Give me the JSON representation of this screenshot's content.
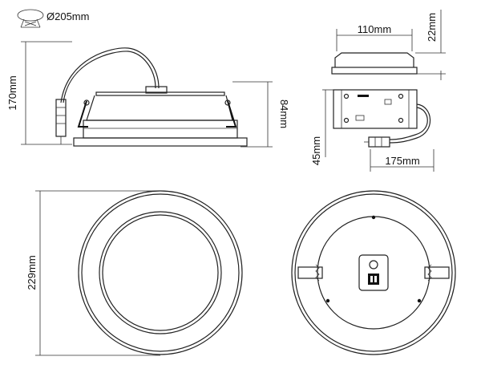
{
  "dimensions": {
    "cutout": "Ø205mm",
    "height_total": "170mm",
    "height_body": "84mm",
    "driver_width": "110mm",
    "driver_height": "22mm",
    "driver_depth": "45mm",
    "cable_length": "175mm",
    "diameter_face": "229mm"
  },
  "icons": {
    "cutout": "ceiling-cutout-icon"
  }
}
